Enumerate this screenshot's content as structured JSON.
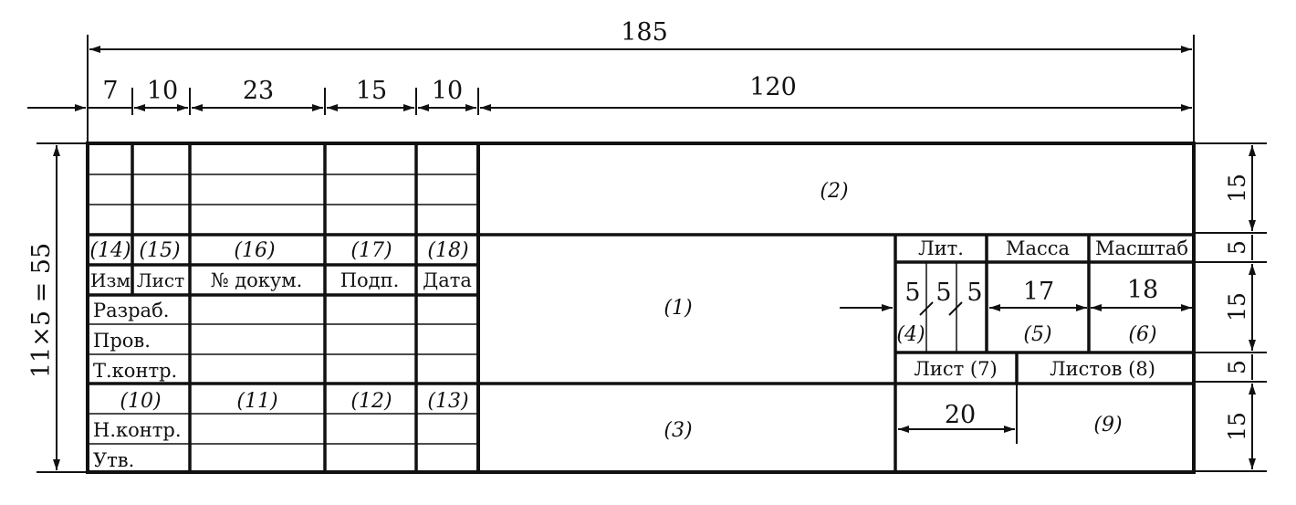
{
  "dimensions": {
    "total": "185",
    "w7": "7",
    "w10a": "10",
    "w23": "23",
    "w15": "15",
    "w10b": "10",
    "w120": "120",
    "lit5a": "5",
    "lit5b": "5",
    "lit5c": "5",
    "w17": "17",
    "w18": "18",
    "w20": "20",
    "h15a": "15",
    "h5a": "5",
    "h15b": "15",
    "h5b": "5",
    "h15c": "15",
    "height_formula": "11×5 = 55"
  },
  "field_numbers": {
    "f1": "(1)",
    "f2": "(2)",
    "f3": "(3)",
    "f4": "(4)",
    "f5": "(5)",
    "f6": "(6)",
    "f10": "(10)",
    "f11": "(11)",
    "f12": "(12)",
    "f13": "(13)",
    "f14": "(14)",
    "f15": "(15)",
    "f16": "(16)",
    "f17": "(17)",
    "f18": "(18)"
  },
  "headers": {
    "izm": "Изм",
    "list": "Лист",
    "no_dokum": "№ докум.",
    "podp": "Подп.",
    "data": "Дата"
  },
  "rows": {
    "razrab": "Разраб.",
    "prov": "Пров.",
    "tkontr": "Т.контр.",
    "nkontr": "Н.контр.",
    "utv": "Утв."
  },
  "right_block": {
    "lit": "Лит.",
    "massa": "Масса",
    "masshtab": "Масштаб",
    "list7": "Лист (7)",
    "listov8": "Листов (8)",
    "f9": "(9)"
  }
}
